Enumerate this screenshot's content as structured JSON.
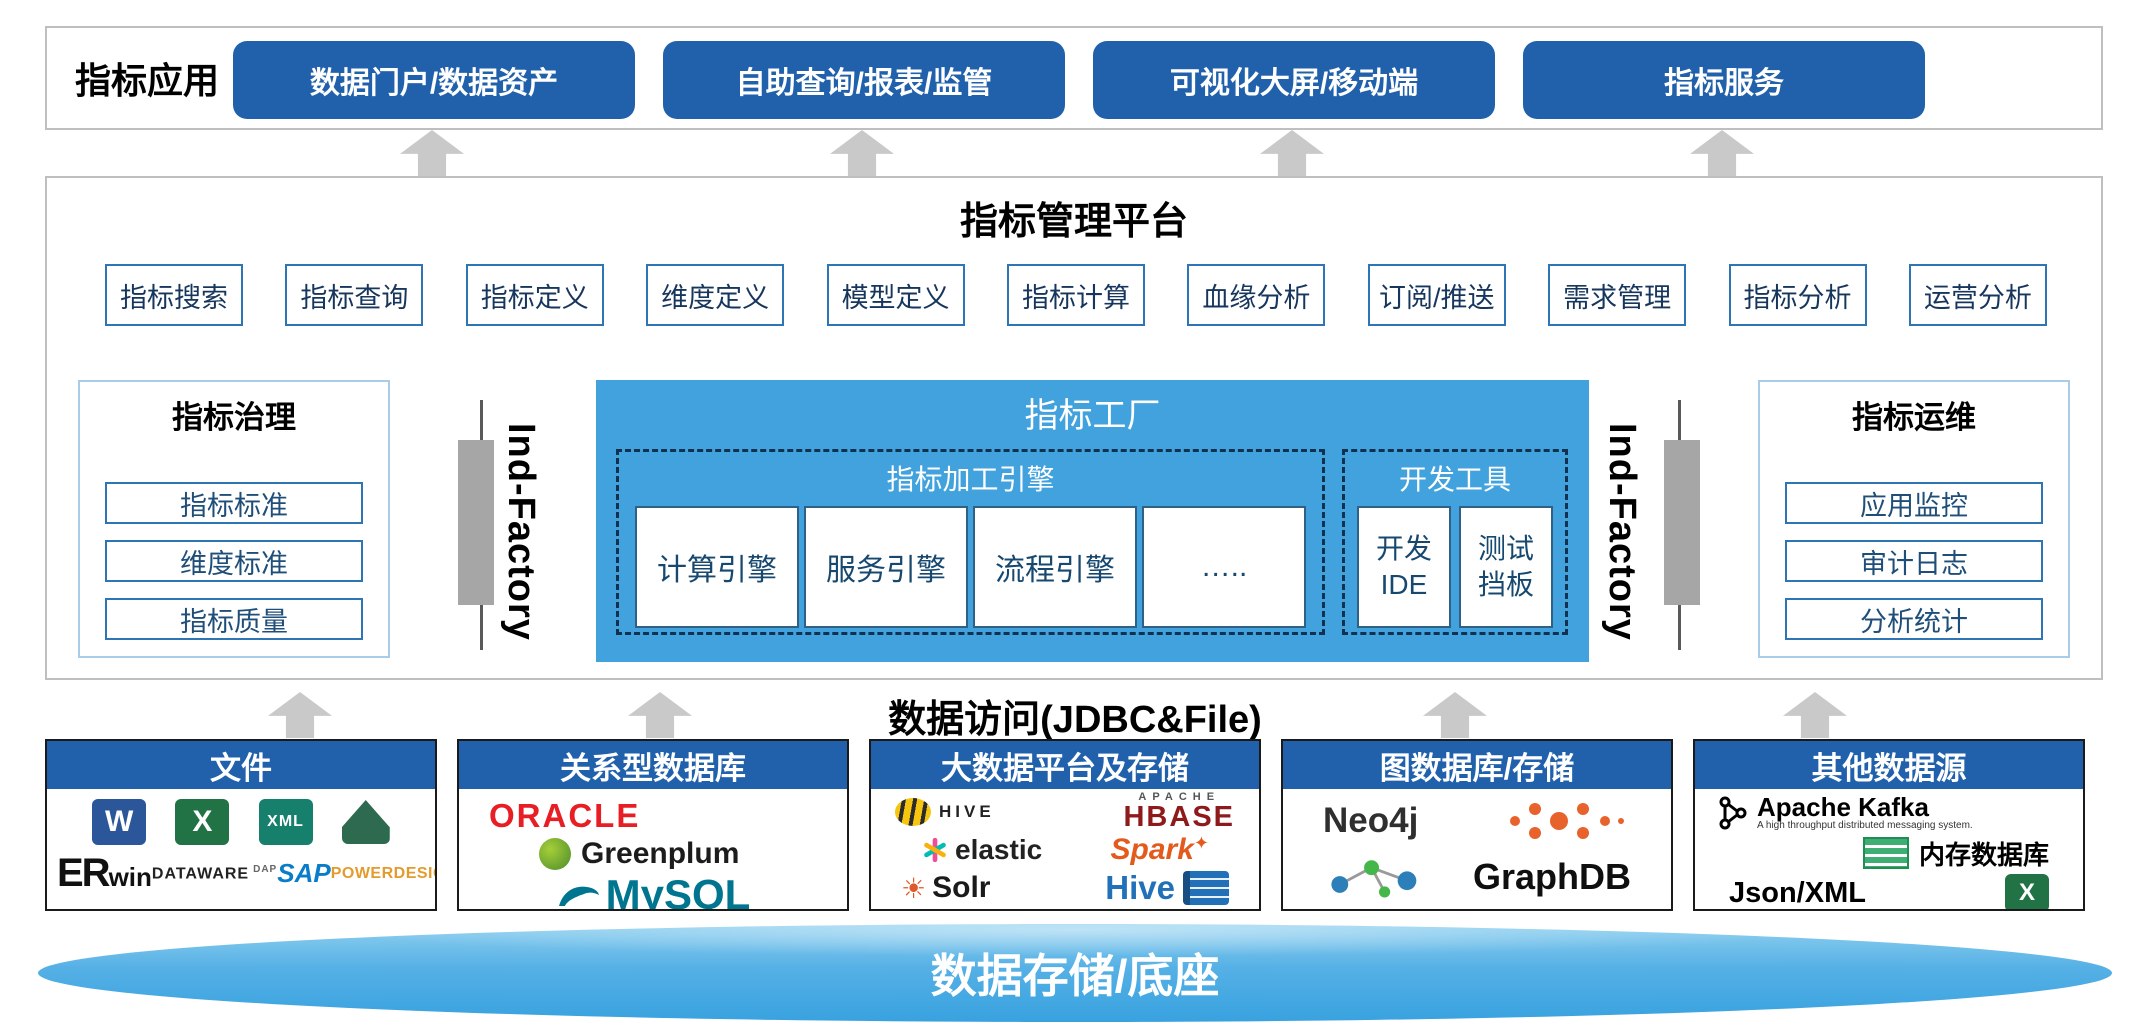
{
  "app_layer": {
    "label": "指标应用",
    "buttons": [
      "数据门户/数据资产",
      "自助查询/报表/监管",
      "可视化大屏/移动端",
      "指标服务"
    ]
  },
  "platform": {
    "title": "指标管理平台",
    "modules": [
      "指标搜索",
      "指标查询",
      "指标定义",
      "维度定义",
      "模型定义",
      "指标计算",
      "血缘分析",
      "订阅/推送",
      "需求管理",
      "指标分析",
      "运营分析"
    ]
  },
  "governance": {
    "title": "指标治理",
    "items": [
      "指标标准",
      "维度标准",
      "指标质量"
    ]
  },
  "factory": {
    "title": "指标工厂",
    "left_label": "Ind-Factory",
    "right_label": "Ind-Factory",
    "engine_group": {
      "title": "指标加工引擎",
      "items": [
        "计算引擎",
        "服务引擎",
        "流程引擎",
        "….."
      ]
    },
    "devtools_group": {
      "title": "开发工具",
      "items": [
        [
          "开发",
          "IDE"
        ],
        [
          "测试",
          "挡板"
        ]
      ]
    }
  },
  "ops": {
    "title": "指标运维",
    "items": [
      "应用监控",
      "审计日志",
      "分析统计"
    ]
  },
  "data_access_label": "数据访问(JDBC&File)",
  "datasources": {
    "files": {
      "title": "文件",
      "logos": {
        "word": "W",
        "excel": "X",
        "xml": "XML",
        "erwin_er": "ER",
        "erwin_win": "win",
        "dataware": "DATAWARE",
        "dataware_suffix": "DAP",
        "sap": "SAP",
        "powerdesigner": "POWERDESIGNER"
      }
    },
    "relational": {
      "title": "关系型数据库",
      "logos": {
        "oracle": "ORACLE",
        "greenplum": "Greenplum",
        "mysql": "MySQL"
      }
    },
    "bigdata": {
      "title": "大数据平台及存储",
      "logos": {
        "hive": "HIVE",
        "hbase_prefix": "APACHE",
        "hbase": "HBASE",
        "elastic": "elastic",
        "spark": "Spark",
        "solr": "Solr",
        "hive_blue": "Hive"
      }
    },
    "graph": {
      "title": "图数据库/存储",
      "logos": {
        "neo4j": "Neo4j",
        "graphdb": "GraphDB"
      }
    },
    "other": {
      "title": "其他数据源",
      "logos": {
        "kafka": "Apache Kafka",
        "kafka_tagline": "A high throughput distributed messaging system.",
        "memory_db": "内存数据库",
        "jsonxml": "Json/XML"
      }
    }
  },
  "icons": {
    "spark_star": "✦",
    "solr_sun": "☀"
  },
  "base_label": "数据存储/底座",
  "colors": {
    "primary_blue": "#2161AC",
    "factory_blue": "#41A2DE",
    "arrow_gray": "#C9C9C9"
  }
}
